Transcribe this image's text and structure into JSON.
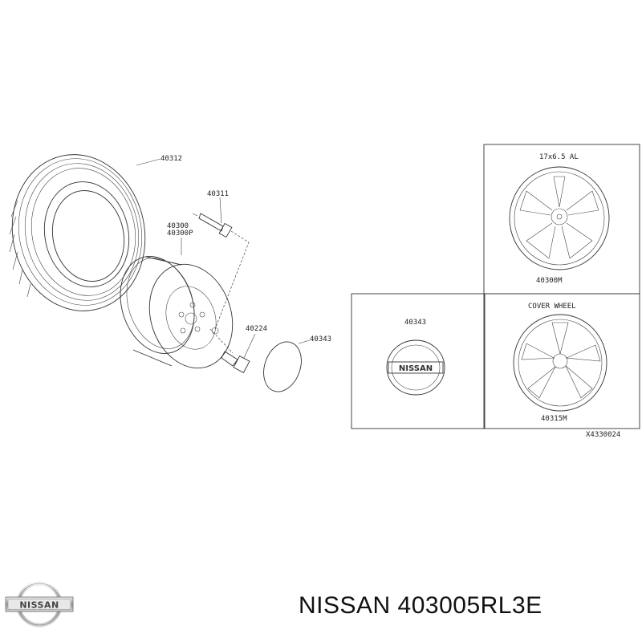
{
  "callouts": {
    "tire": "40312",
    "valve": "40311",
    "wheel_a": "40300",
    "wheel_b": "40300P",
    "nut": "40224",
    "cap_left": "40343"
  },
  "box_alloy": {
    "title": "17x6.5 AL",
    "part": "40300M"
  },
  "box_cap": {
    "part": "40343",
    "emblem": "NISSAN"
  },
  "box_cover": {
    "title": "COVER WHEEL",
    "part": "40315M"
  },
  "drawing_id": "X4330024",
  "footer": {
    "brand_part": "NISSAN 403005RL3E",
    "logo_text": "NISSAN"
  }
}
